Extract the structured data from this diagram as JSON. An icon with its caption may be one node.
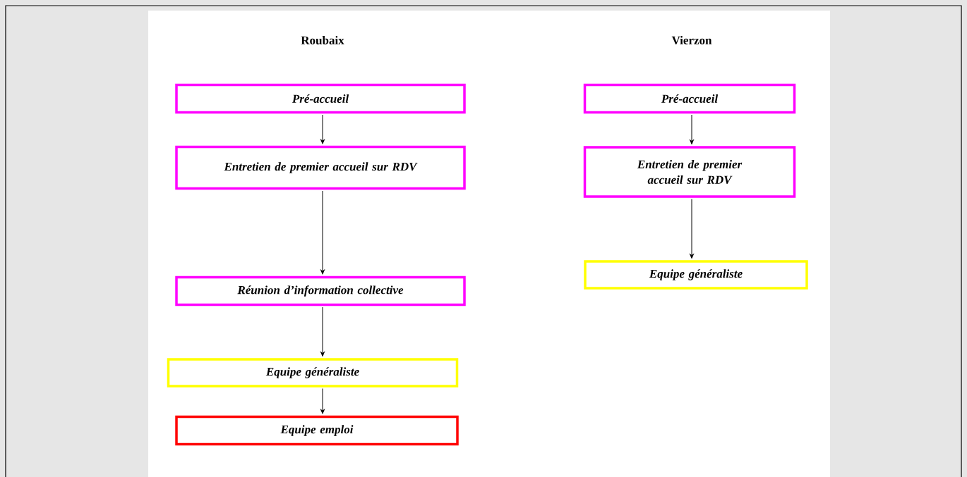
{
  "diagram": {
    "nodes": [
      {
        "text": [
          "Pré-accueil"
        ]
      },
      {
        "text": [
          "Entretien de premier accueil sur RDV"
        ]
      },
      {
        "text": [
          "Réunion d’information collective"
        ]
      },
      {
        "text": [
          "Equipe généraliste"
        ]
      },
      {
        "text": [
          "Equipe emploi"
        ]
      },
      {
        "text": [
          "Pré-accueil"
        ]
      },
      {
        "text": [
          "Entretien de premier accueil sur RDV"
        ]
      },
      {
        "text": [
          "Equipe généraliste"
        ]
      }
    ],
    "edges": [
      {
        "from": 0,
        "to": 1,
        "arrow": "to"
      },
      {
        "from": 1,
        "to": 2,
        "arrow": "to"
      },
      {
        "from": 2,
        "to": 3,
        "arrow": "to"
      },
      {
        "from": 3,
        "to": 4,
        "arrow": "to"
      },
      {
        "from": 5,
        "to": 6,
        "arrow": "to"
      },
      {
        "from": 6,
        "to": 7,
        "arrow": "to"
      }
    ],
    "labels": [
      "Roubaix",
      "Vierzon"
    ]
  }
}
